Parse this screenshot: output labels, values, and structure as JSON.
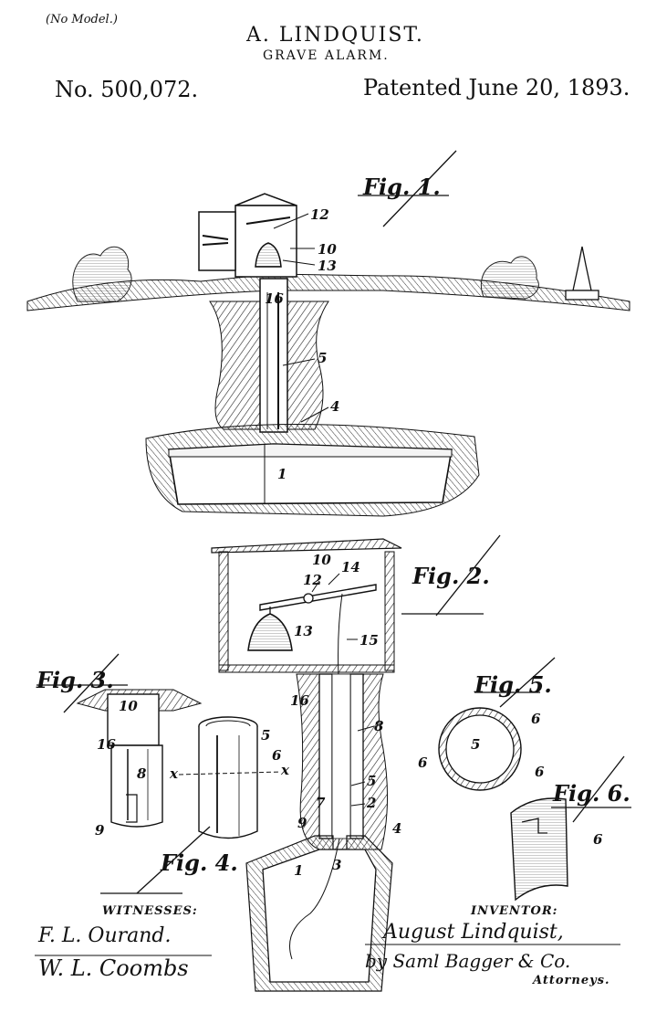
{
  "header": {
    "model_note": "(No Model.)",
    "inventor_name": "A. LINDQUIST.",
    "title": "GRAVE ALARM.",
    "patent_number": "No. 500,072.",
    "patent_date": "Patented June 20, 1893."
  },
  "figures": {
    "fig1": "Fig. 1.",
    "fig2": "Fig. 2.",
    "fig3": "Fig. 3.",
    "fig4": "Fig. 4.",
    "fig5": "Fig. 5.",
    "fig6": "Fig. 6."
  },
  "ref_numbers": {
    "fig1": [
      "12",
      "10",
      "13",
      "16",
      "5",
      "4",
      "1"
    ],
    "fig2": [
      "10",
      "14",
      "12",
      "13",
      "15",
      "16",
      "8",
      "5",
      "2",
      "7",
      "9",
      "4",
      "3",
      "1"
    ],
    "fig3": [
      "10",
      "16",
      "8",
      "9"
    ],
    "fig4": [
      "5",
      "6",
      "x",
      "x"
    ],
    "fig5": [
      "5",
      "6",
      "6",
      "6"
    ],
    "fig6": [
      "6"
    ]
  },
  "footer": {
    "witnesses_label": "WITNESSES:",
    "inventor_label": "INVENTOR:",
    "witness_1": "F. L. Ourand.",
    "witness_2": "W. L. Coombs",
    "inventor_signature": "August Lindquist,",
    "attorney_signature": "by Saml Bagger & Co.",
    "attorney_label": "Attorneys."
  }
}
